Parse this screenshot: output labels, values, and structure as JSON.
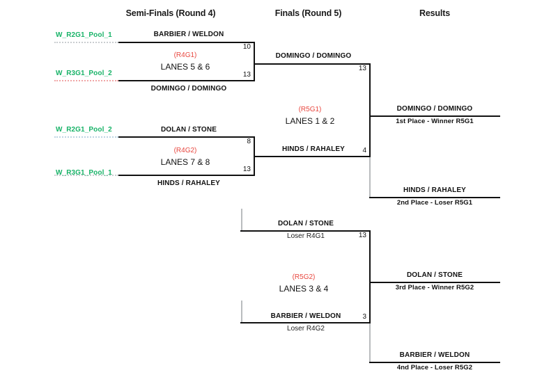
{
  "headers": {
    "semis": "Semi-Finals (Round 4)",
    "finals": "Finals (Round 5)",
    "results": "Results"
  },
  "colors": {
    "seed_green": "#18b368",
    "game_red": "#e8473f",
    "line_black": "#111111",
    "line_gray": "#b9bcbe"
  },
  "semifinals": [
    {
      "game_id": "(R4G1)",
      "lanes": "LANES 5 & 6",
      "top": {
        "seed": "W_R2G1_Pool_1",
        "team": "BARBIER / WELDON",
        "score": "10"
      },
      "bottom": {
        "seed": "W_R3G1_Pool_2",
        "team": "DOMINGO / DOMINGO",
        "score": "13"
      }
    },
    {
      "game_id": "(R4G2)",
      "lanes": "LANES 7 & 8",
      "top": {
        "seed": "W_R2G1_Pool_2",
        "team": "DOLAN / STONE",
        "score": "8"
      },
      "bottom": {
        "seed": "W_R3G1_Pool_1",
        "team": "HINDS / RAHALEY",
        "score": "13"
      }
    }
  ],
  "finals": [
    {
      "game_id": "(R5G1)",
      "lanes": "LANES 1 & 2",
      "top": {
        "team": "DOMINGO / DOMINGO",
        "source": "",
        "score": "13"
      },
      "bottom": {
        "team": "HINDS / RAHALEY",
        "source": "",
        "score": "4"
      }
    },
    {
      "game_id": "(R5G2)",
      "lanes": "LANES 3 & 4",
      "top": {
        "team": "DOLAN / STONE",
        "source": "Loser R4G1",
        "score": "13"
      },
      "bottom": {
        "team": "BARBIER / WELDON",
        "source": "Loser R4G2",
        "score": "3"
      }
    }
  ],
  "results": [
    {
      "team": "DOMINGO / DOMINGO",
      "place": "1st Place - Winner R5G1"
    },
    {
      "team": "HINDS / RAHALEY",
      "place": "2nd Place - Loser R5G1"
    },
    {
      "team": "DOLAN / STONE",
      "place": "3rd Place - Winner R5G2"
    },
    {
      "team": "BARBIER / WELDON",
      "place": "4nd Place - Loser R5G2"
    }
  ]
}
